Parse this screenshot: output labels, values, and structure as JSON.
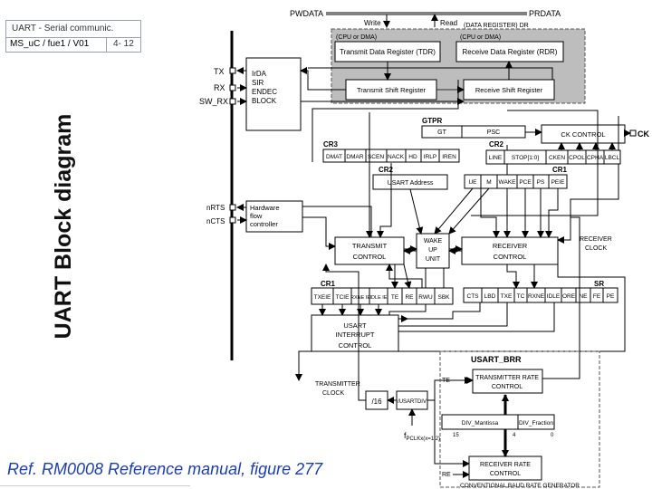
{
  "header": {
    "title": "UART - Serial communic.",
    "doc_id": "MS_uC / fue1 / V01",
    "page": "4- 12"
  },
  "side_title": "UART Block diagram",
  "reference": "Ref. RM0008 Reference manual, figure 277",
  "diagram": {
    "bus": {
      "pwdata": "PWDATA",
      "prdata": "PRDATA",
      "write": "Write",
      "read": "Read",
      "data_register": "(DATA REGISTER) DR"
    },
    "tdr": {
      "cpu_dma": "(CPU or DMA)",
      "label": "Transmit Data Register (TDR)"
    },
    "rdr": {
      "cpu_dma": "(CPU or DMA)",
      "label": "Receive Data Register (RDR)"
    },
    "tsr": "Transmit Shift Register",
    "rsr": "Receive Shift Register",
    "pins": {
      "tx": "TX",
      "rx": "RX",
      "sw_rx": "SW_RX",
      "nrts": "nRTS",
      "ncts": "nCTS",
      "ck": "CK"
    },
    "irda": [
      "IrDA",
      "SIR",
      "ENDEC",
      "BLOCK"
    ],
    "hwflow": [
      "Hardware",
      "flow",
      "controller"
    ],
    "gtpr": {
      "label": "GTPR",
      "gt": "GT",
      "psc": "PSC"
    },
    "ck_control": "CK CONTROL",
    "cr3": {
      "label": "CR3",
      "bits": [
        "DMAT",
        "DMAR",
        "SCEN",
        "NACK",
        "HD",
        "IRLP",
        "IREN"
      ]
    },
    "cr2_top": {
      "label": "CR2",
      "bits": [
        "LINE",
        "STOP[1:0]",
        "CKEN",
        "CPOL",
        "CPHA",
        "LBCL"
      ]
    },
    "cr2_addr": {
      "label": "CR2",
      "text": "USART Address"
    },
    "cr1_top": {
      "label": "CR1",
      "bits": [
        "UE",
        "M",
        "WAKE",
        "PCE",
        "PS",
        "PEIE"
      ]
    },
    "transmit_control": [
      "TRANSMIT",
      "CONTROL"
    ],
    "wakeup": [
      "WAKE",
      "UP",
      "UNIT"
    ],
    "receiver_control": [
      "RECEIVER",
      "CONTROL"
    ],
    "receiver_clock": [
      "RECEIVER",
      "CLOCK"
    ],
    "cr1_bottom": {
      "label": "CR1",
      "bits": [
        "TXEIE",
        "TCIE",
        "RXNE IE",
        "IDLE IE",
        "TE",
        "RE",
        "RWU",
        "SBK"
      ]
    },
    "sr": {
      "label": "SR",
      "bits": [
        "CTS",
        "LBD",
        "TXE",
        "TC",
        "RXNE",
        "IDLE",
        "ORE",
        "NE",
        "FE",
        "PE"
      ]
    },
    "interrupt": [
      "USART",
      "INTERRUPT",
      "CONTROL"
    ],
    "tx_clock": [
      "TRANSMITTER",
      "CLOCK"
    ],
    "div16": "/16",
    "usartdiv": "/USARTDIV",
    "fpclk": "f",
    "fpclk_sub": "PCLKx(x=1,2)",
    "brr": {
      "label": "USART_BRR",
      "te": "TE",
      "re": "RE",
      "tx_rate": [
        "TRANSMITTER RATE",
        "CONTROL"
      ],
      "rx_rate": [
        "RECEIVER RATE",
        "CONTROL"
      ],
      "mantissa": "DIV_Mantissa",
      "fraction": "DIV_Fraction",
      "bit15": "15",
      "bit4": "4",
      "bit0": "0",
      "generator": "CONVENTIONAL BAUD RATE GENERATOR"
    }
  }
}
